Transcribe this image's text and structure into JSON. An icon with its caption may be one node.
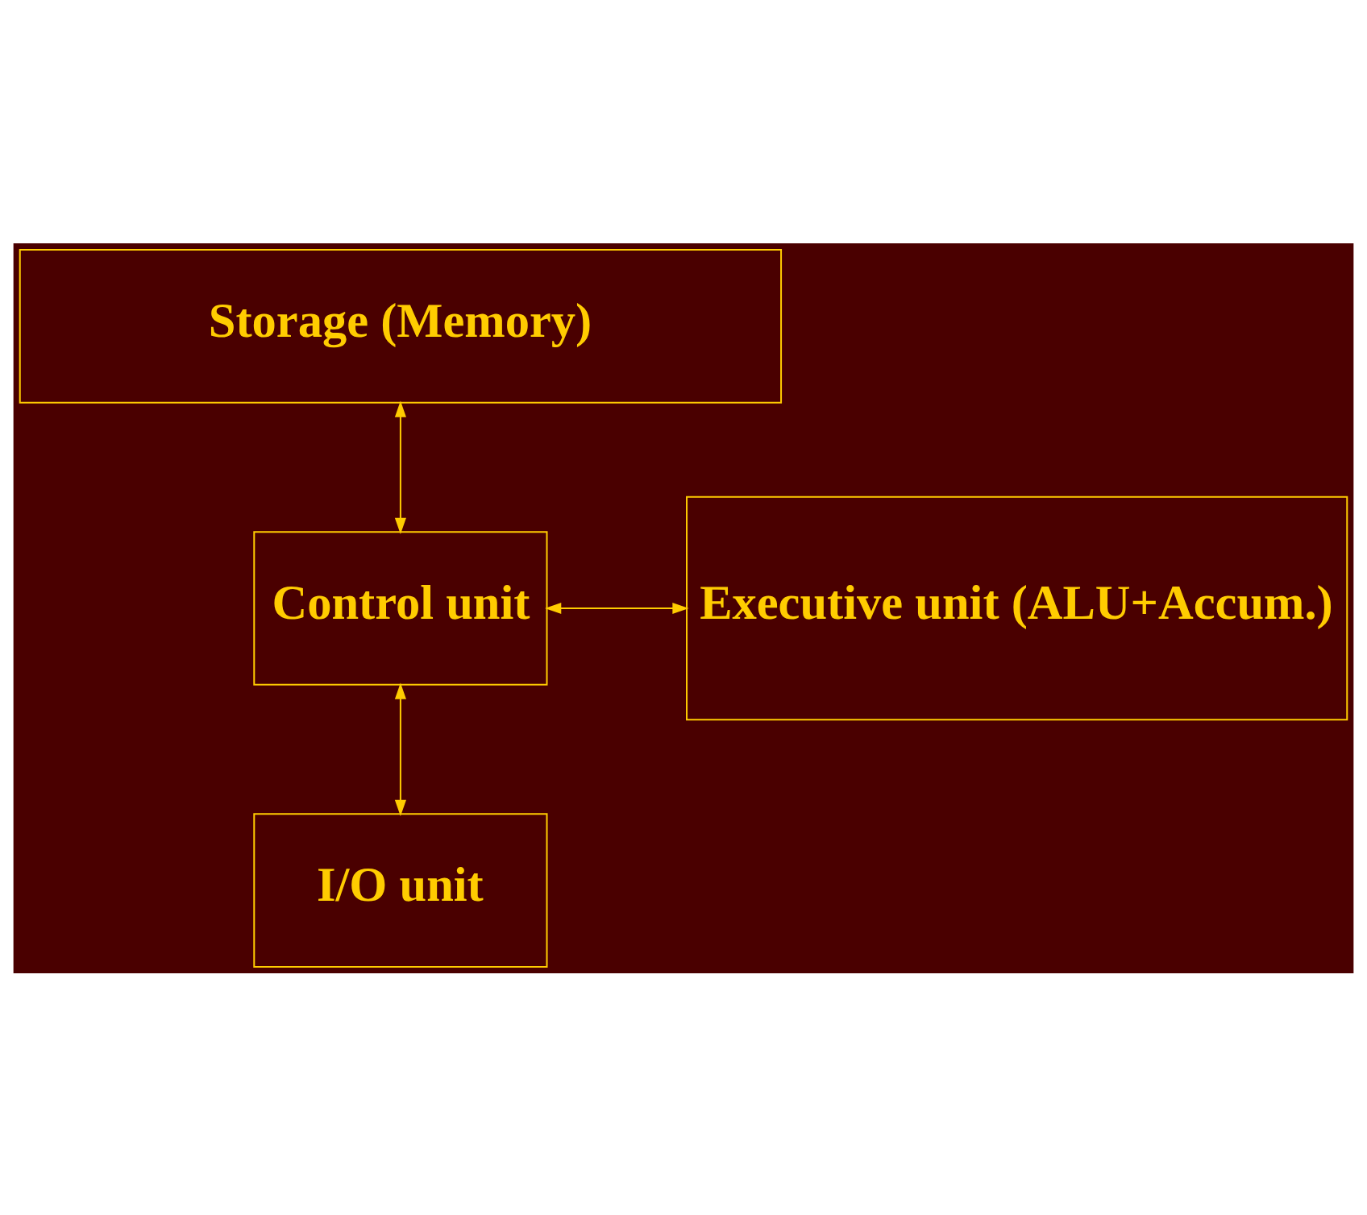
{
  "diagram": {
    "nodes": [
      {
        "text": [
          "Storage (Memory)"
        ]
      },
      {
        "text": [
          "Control unit"
        ]
      },
      {
        "text": [
          "Executive unit (ALU+Accum.)"
        ]
      },
      {
        "text": [
          "I/O unit"
        ]
      }
    ],
    "edges": [
      {
        "from": 0,
        "to": 1,
        "arrow": "both"
      },
      {
        "from": 1,
        "to": 2,
        "arrow": "both"
      },
      {
        "from": 1,
        "to": 3,
        "arrow": "both"
      }
    ]
  }
}
